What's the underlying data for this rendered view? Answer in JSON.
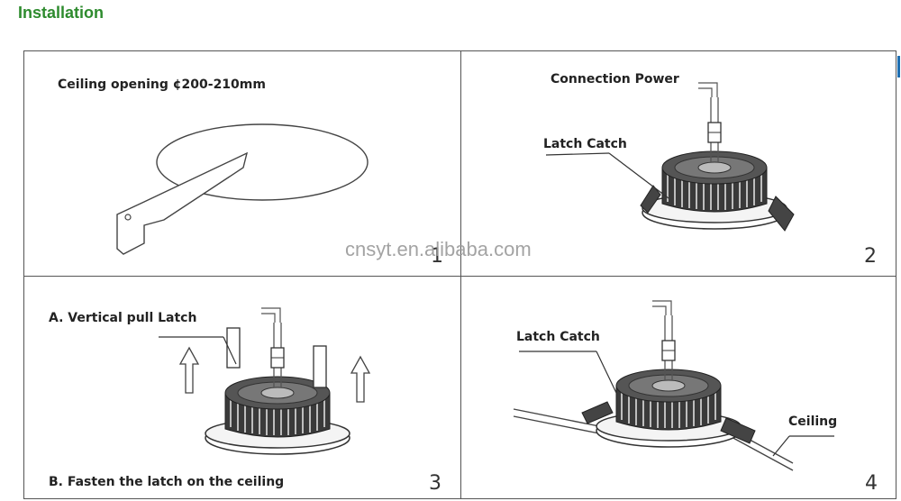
{
  "title": "Installation",
  "watermark": "cnsyt.en.alibaba.com",
  "steps": [
    {
      "number": "1",
      "labels": [
        "Ceiling opening ¢200-210mm"
      ]
    },
    {
      "number": "2",
      "labels": [
        "Connection Power",
        "Latch Catch"
      ]
    },
    {
      "number": "3",
      "labels": [
        "A. Vertical pull Latch",
        "B. Fasten the latch on the ceiling"
      ]
    },
    {
      "number": "4",
      "labels": [
        "Latch Catch",
        "Ceiling"
      ]
    }
  ],
  "colors": {
    "title": "#2e8b2e",
    "line": "#333333",
    "accent": "#1f6fb2"
  }
}
